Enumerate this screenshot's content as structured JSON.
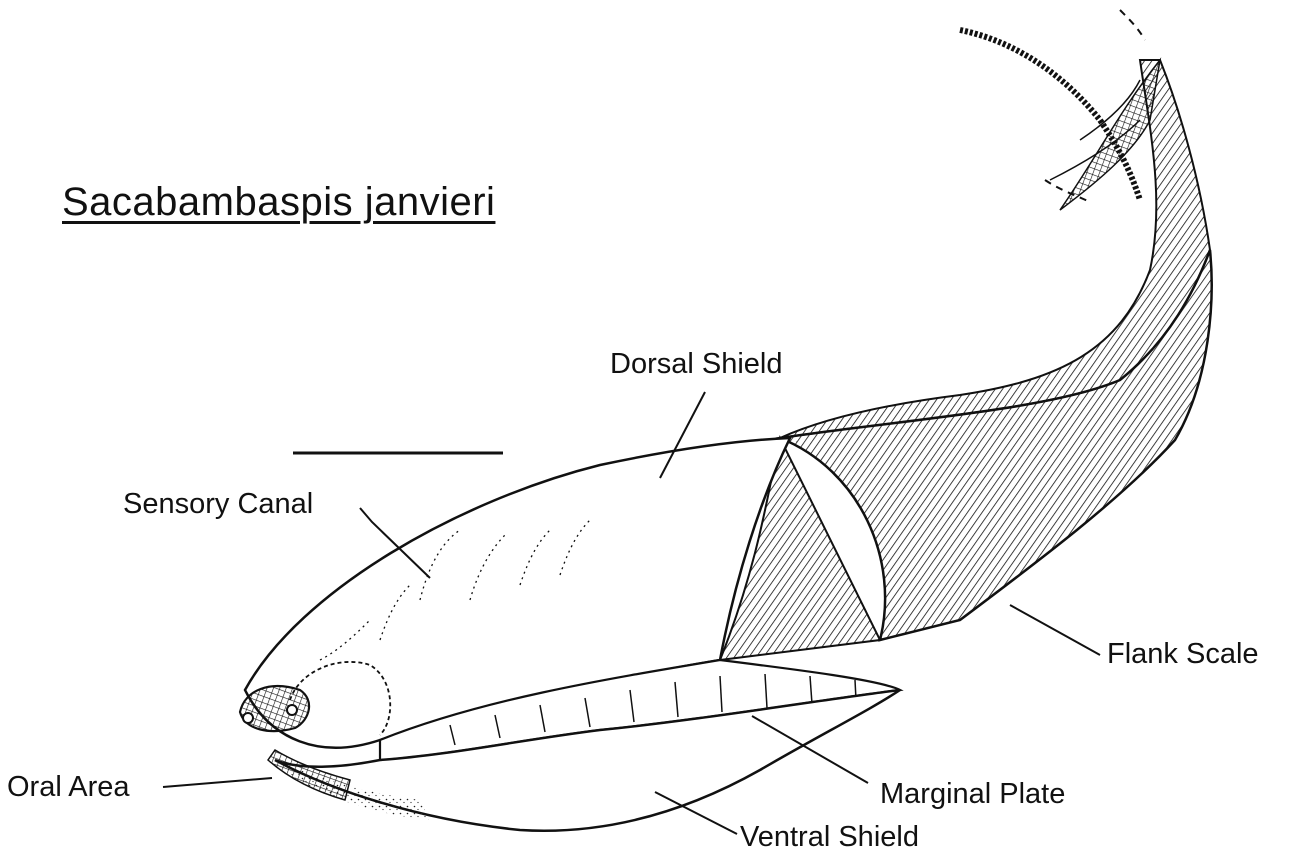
{
  "title": "Sacabambaspis janvieri",
  "labels": {
    "dorsal_shield": "Dorsal Shield",
    "sensory_canal": "Sensory Canal",
    "flank_scale": "Flank Scale",
    "oral_area": "Oral Area",
    "marginal_plate": "Marginal Plate",
    "ventral_shield": "Ventral Shield"
  },
  "colors": {
    "ink": "#111111",
    "paper": "#ffffff"
  }
}
